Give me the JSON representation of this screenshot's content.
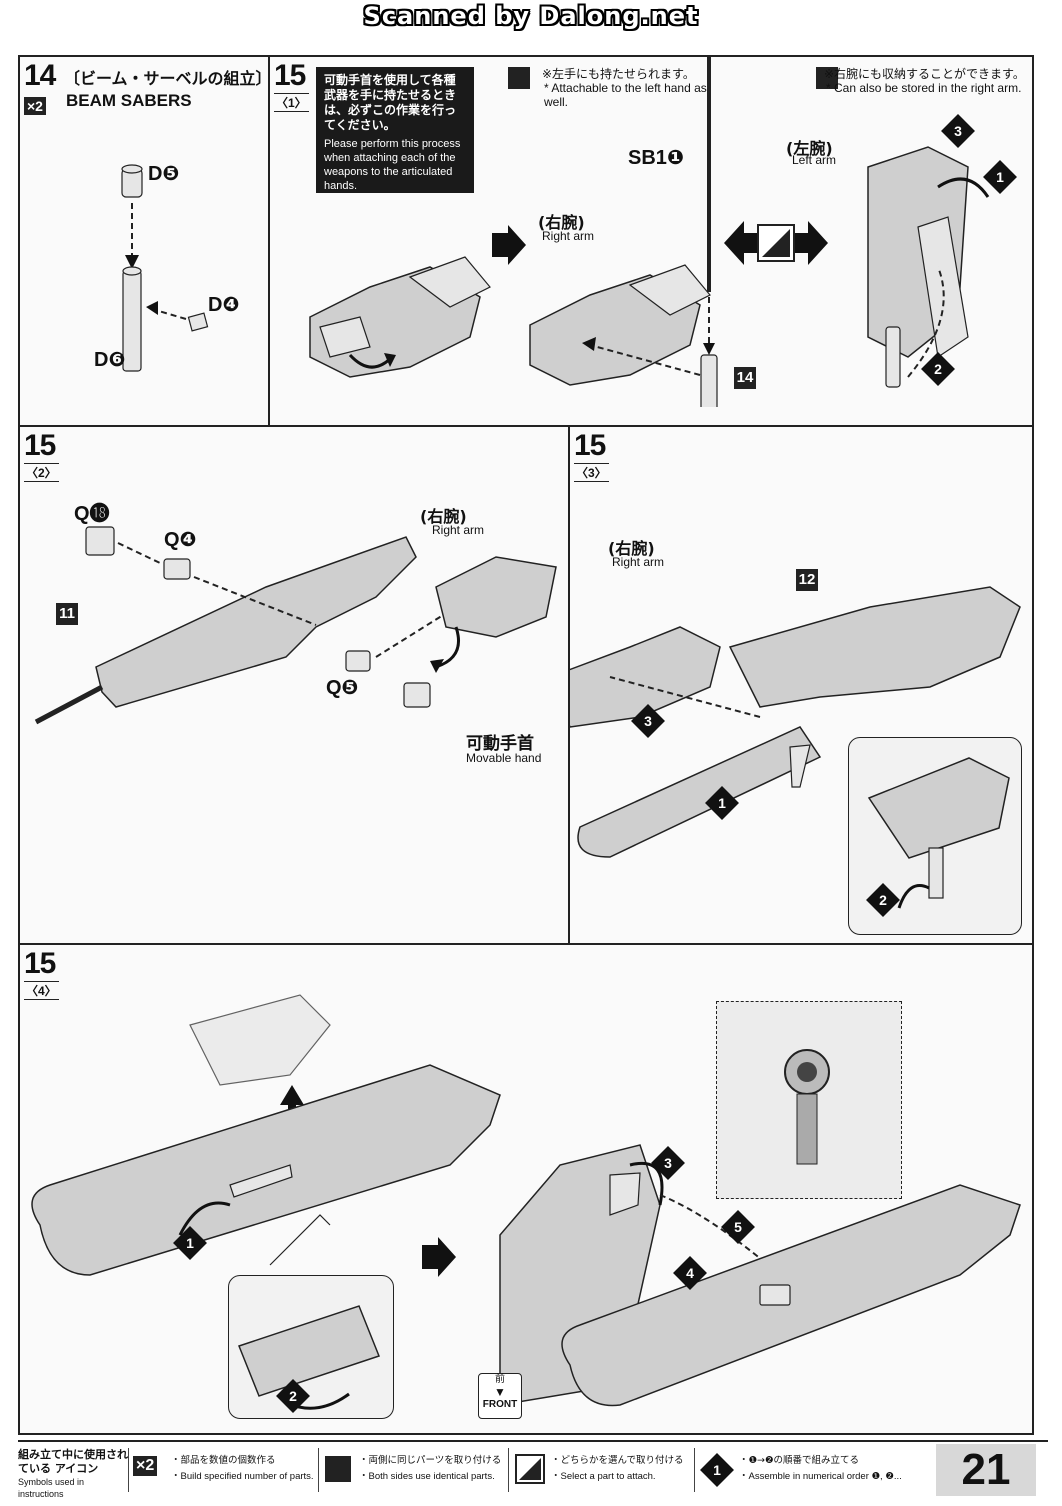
{
  "scan_credit": "Scanned by Dalong.net",
  "step14": {
    "number": "14",
    "title_jp": "〔ビーム・サーベルの組立〕",
    "title_en": "BEAM SABERS",
    "multiplier": "×2",
    "parts": [
      "D❺",
      "D❹",
      "D❻"
    ]
  },
  "step15_1": {
    "number": "15",
    "sub": "〈1〉",
    "note_jp": "可動手首を使用して各種武器を手に持たせるときは、必ずこの作業を行ってください。",
    "note_en": "Please perform this process when attaching each of the weapons to the articulated hands.",
    "right_arm_jp": "(右腕)",
    "right_arm_en": "Right arm",
    "part_sb": "SB1❶",
    "part_box": "14",
    "left_note_jp": "※左手にも持たせられます。",
    "left_note_en": "* Attachable to the left hand as well.",
    "store_note_jp": "※右腕にも収納することができます。",
    "store_note_en": "* Can also be stored in the right arm.",
    "left_arm_jp": "(左腕)",
    "left_arm_en": "Left arm"
  },
  "step15_2": {
    "number": "15",
    "sub": "〈2〉",
    "parts": [
      "Q⓲",
      "Q❹",
      "Q❺"
    ],
    "part_box": "11",
    "right_arm_jp": "(右腕)",
    "right_arm_en": "Right arm"
  },
  "step15_3": {
    "number": "15",
    "sub": "〈3〉",
    "right_arm_jp": "(右腕)",
    "right_arm_en": "Right arm",
    "part_box": "12",
    "movable_hand_jp": "可動手首",
    "movable_hand_en": "Movable hand"
  },
  "step15_4": {
    "number": "15",
    "sub": "〈4〉",
    "front_jp": "前",
    "front_en": "FRONT"
  },
  "footer": {
    "legend_jp": "組み立て中に使用されている アイコン",
    "legend_en": "Symbols used in instructions",
    "items": [
      {
        "icon": "×2",
        "jp": "・部品を数値の個数作る",
        "en": "・Build specified number of parts."
      },
      {
        "icon": "pair",
        "jp": "・両側に同じパーツを取り付ける",
        "en": "・Both sides use identical parts."
      },
      {
        "icon": "select",
        "jp": "・どちらかを選んで取り付ける",
        "en": "・Select a part to attach."
      },
      {
        "icon": "1",
        "jp": "・❶→❷の順番で組み立てる",
        "en": "・Assemble in numerical order ❶, ❷..."
      }
    ],
    "page_number": "21"
  }
}
